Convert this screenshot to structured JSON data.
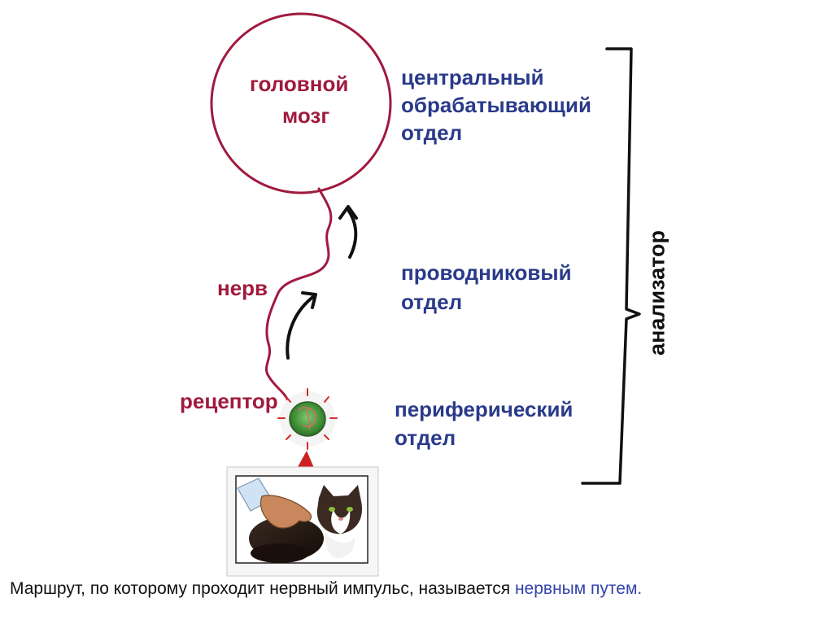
{
  "diagram": {
    "brain": {
      "line1": "головной",
      "line2": "мозг"
    },
    "nerve_label": "нерв",
    "receptor_label": "рецептор",
    "sections": {
      "central": [
        "центральный",
        "обрабатывающий",
        "отдел"
      ],
      "conductive": [
        "проводниковый",
        "отдел"
      ],
      "peripheral": [
        "периферический",
        "отдел"
      ]
    },
    "analyzer_label": "анализатор"
  },
  "caption": {
    "text": "Маршрут, по которому проходит нервный импульс, называется ",
    "highlight": "нервным путем."
  },
  "colors": {
    "maroon": "#a01a3e",
    "navy": "#2a3a8a",
    "black": "#111111",
    "highlight": "#3344aa",
    "stimulus_arrow": "#cc2222",
    "receptor_green": "#4a9a3a"
  }
}
